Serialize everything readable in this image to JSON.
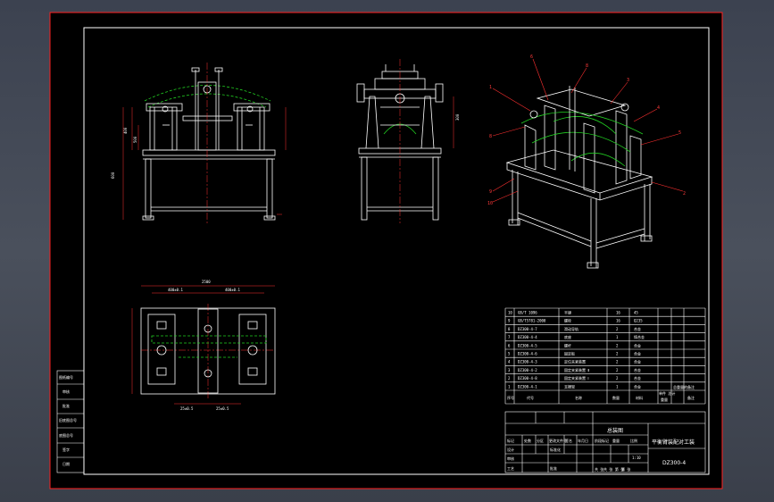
{
  "drawing": {
    "colors": {
      "frame": "#ff2020",
      "geometry": "#ffffff",
      "centerline": "#ff3030",
      "hidden": "#22d022",
      "callout": "#ff3030",
      "dimension": "#ff3030"
    },
    "callouts": [
      "6",
      "8",
      "3",
      "1",
      "8",
      "4",
      "5",
      "2",
      "9",
      "10"
    ],
    "top_dims": [
      "400±0.1",
      "400±0.1",
      "2500"
    ],
    "bottom_dims": [
      "25±0.5",
      "25±0.5"
    ],
    "front_dims": [
      "600",
      "400",
      "500"
    ],
    "side_dims": [
      "300"
    ],
    "left_labels": [
      "图纸编号",
      "审核",
      "批准",
      "旧底图总号",
      "底图总号",
      "签字",
      "日期"
    ],
    "bom_rows": [
      {
        "no": "10",
        "code": "GB/T 1096",
        "name": "平键",
        "qty": "16",
        "mat": "45"
      },
      {
        "no": "9",
        "code": "GB/T5781-2000",
        "name": "螺栓",
        "qty": "16",
        "mat": "Q235"
      },
      {
        "no": "8",
        "code": "DZ300-4-7",
        "name": "滑动导轨",
        "qty": "2",
        "mat": "合金"
      },
      {
        "no": "7",
        "code": "DZ300-4-4",
        "name": "底座",
        "qty": "1",
        "mat": "铸合金"
      },
      {
        "no": "6",
        "code": "DZ300-4-5",
        "name": "螺杆",
        "qty": "2",
        "mat": "合金"
      },
      {
        "no": "5",
        "code": "DZ300-4-6",
        "name": "固定板",
        "qty": "2",
        "mat": "合金"
      },
      {
        "no": "4",
        "code": "DZ300-4-3",
        "name": "定位夹紧装置",
        "qty": "2",
        "mat": "合金"
      },
      {
        "no": "3",
        "code": "DZ300-4-2",
        "name": "固定夹紧装置 Ⅱ",
        "qty": "2",
        "mat": "合金"
      },
      {
        "no": "2",
        "code": "DZ300-4-8",
        "name": "固定夹紧装置 Ⅰ",
        "qty": "2",
        "mat": "合金"
      },
      {
        "no": "1",
        "code": "DZ300-4-1",
        "name": "支撑架",
        "qty": "1",
        "mat": "合金"
      }
    ],
    "bom_header": {
      "no": "序号",
      "code": "代号",
      "name": "名称",
      "qty": "数量",
      "mat": "材料",
      "weight": "单件 总计",
      "weight2": "重量",
      "remark": "备注",
      "extra": "总重量的备注"
    },
    "title_block": {
      "assembly": "总装图",
      "title": "平衡臂装配对工装",
      "code": "DZ300-4",
      "scale": "1:10",
      "labels": [
        "标记",
        "处数",
        "分区",
        "更改文件号",
        "签名",
        "年月日",
        "设计",
        "标准化",
        "审核",
        "工艺",
        "批准",
        "阶段标记",
        "重量",
        "比例",
        "共 张",
        "第 张"
      ],
      "org": "共 张 第 张"
    }
  }
}
